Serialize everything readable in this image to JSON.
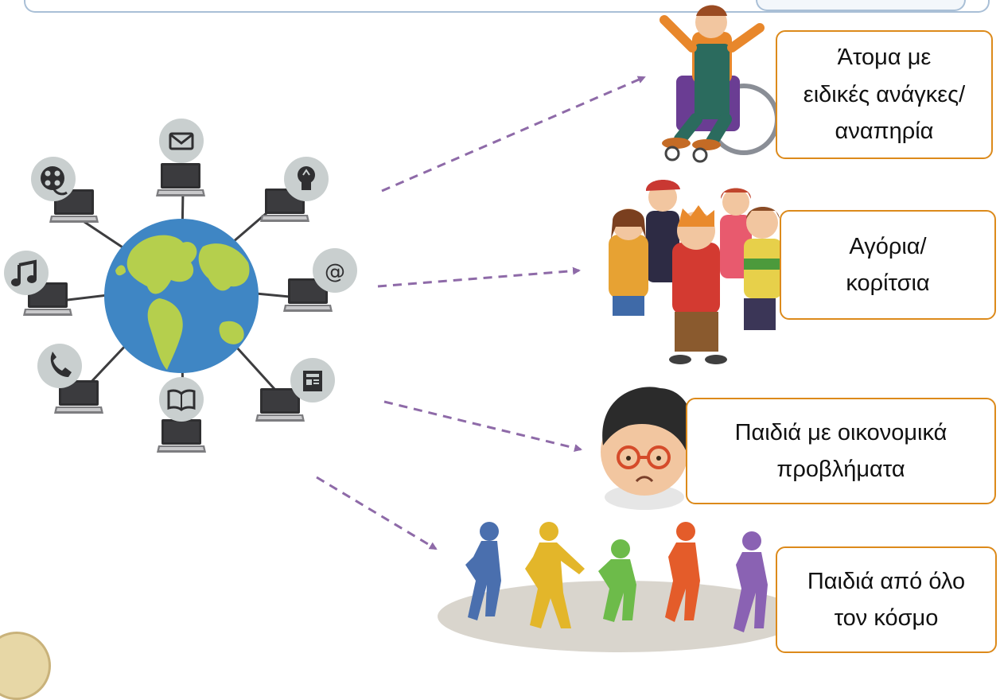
{
  "boxes": [
    {
      "lines": [
        "Άτομα με",
        "ειδικές ανάγκες/",
        "αναπηρία"
      ]
    },
    {
      "lines": [
        "Αγόρια/",
        "κορίτσια"
      ]
    },
    {
      "lines": [
        "Παιδιά με οικονομικά",
        "προβλήματα"
      ]
    },
    {
      "lines": [
        "Παιδιά από όλο",
        "τον κόσμο"
      ]
    }
  ],
  "icons": [
    "mail-icon",
    "film-reel-icon",
    "lightbulb-icon",
    "music-note-icon",
    "at-sign-icon",
    "phone-icon",
    "book-icon",
    "newspaper-icon"
  ],
  "colors": {
    "box_border": "#dc8a1b",
    "arrow": "#8e6aa8",
    "ocean": "#3f86c4",
    "land": "#b5cf4d"
  }
}
